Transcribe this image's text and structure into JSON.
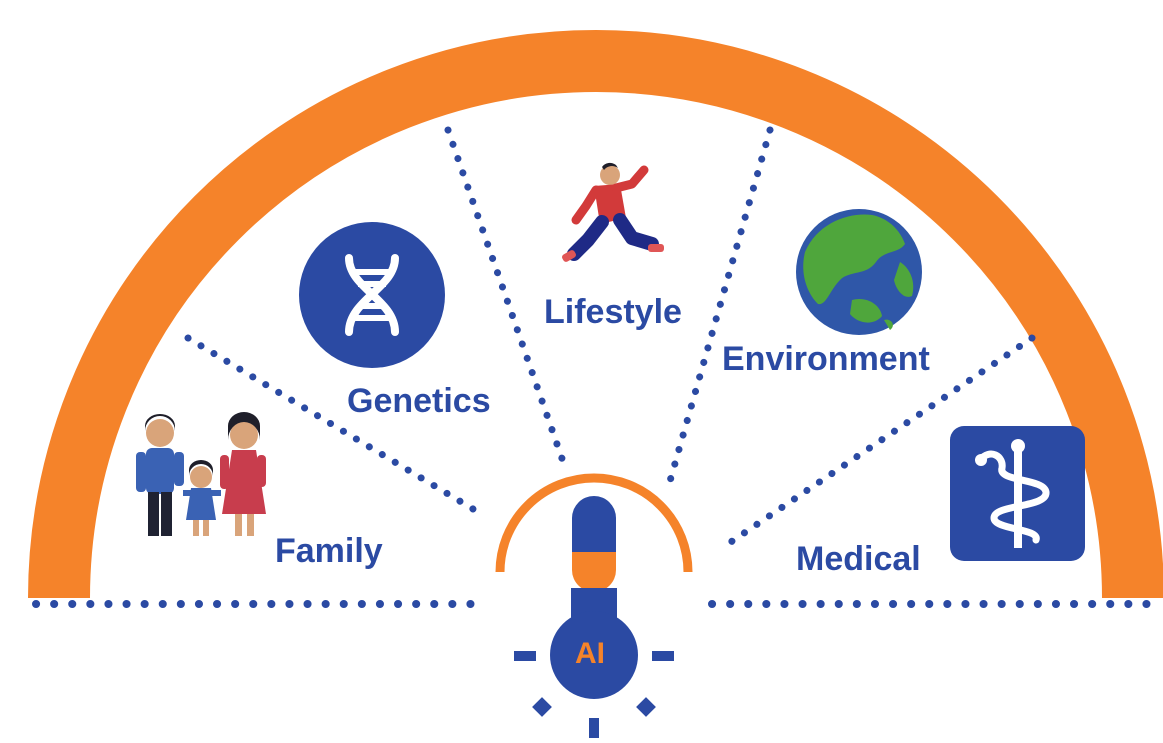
{
  "sections": {
    "family": {
      "label": "Family",
      "icon": "family-icon"
    },
    "genetics": {
      "label": "Genetics",
      "icon": "dna-icon"
    },
    "lifestyle": {
      "label": "Lifestyle",
      "icon": "running-person-icon"
    },
    "environment": {
      "label": "Environment",
      "icon": "globe-icon"
    },
    "medical": {
      "label": "Medical",
      "icon": "caduceus-icon"
    }
  },
  "center": {
    "label": "AI",
    "icon": "lightbulb-icon"
  },
  "colors": {
    "arc": "#f5832a",
    "primary": "#2b4aa3",
    "globe_water": "#2f57a8",
    "globe_land": "#4fa63c",
    "runner_shirt": "#d23a3a"
  }
}
